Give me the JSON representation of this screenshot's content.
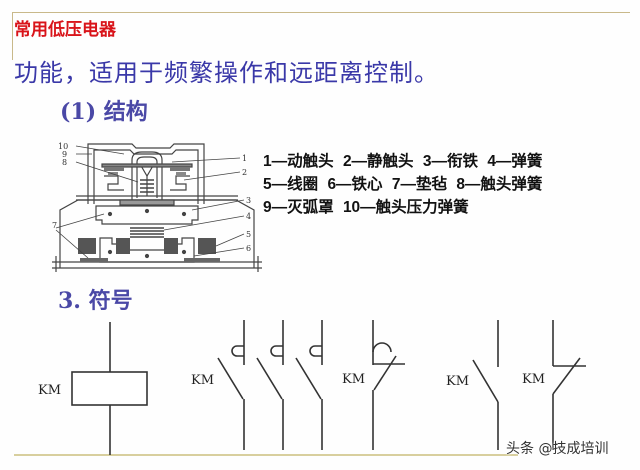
{
  "slide": {
    "section_title": "常用低压电器",
    "function_text": "功能，适用于频繁操作和远距离控制。",
    "structure_heading": "(1) 结构",
    "symbol_heading": "3. 符号",
    "watermark": "头条 @技成培训"
  },
  "structure_diagram": {
    "callouts": [
      "10",
      "9",
      "8",
      "1",
      "2",
      "3",
      "4",
      "5",
      "6",
      "7"
    ]
  },
  "legend": {
    "lines": [
      [
        "1—动触头",
        "2—静触头",
        "3—衔铁",
        "4—弹簧"
      ],
      [
        "5—线圈",
        "6—铁心",
        "7—垫毡",
        "8—触头弹簧"
      ],
      [
        "9—灭弧罩",
        "10—触头压力弹簧"
      ]
    ]
  },
  "symbols": {
    "coil_label": "KM",
    "main_contacts_label": "KM",
    "nc_aux_contact_label": "KM",
    "no_aux_contact_label": "KM",
    "nc_contact_label": "KM",
    "colors": {
      "title_red": "#d9141a",
      "heading_blue": "#4a48a6",
      "body_blue": "#3a38a8",
      "frame_gold": "#c9b98a"
    }
  }
}
